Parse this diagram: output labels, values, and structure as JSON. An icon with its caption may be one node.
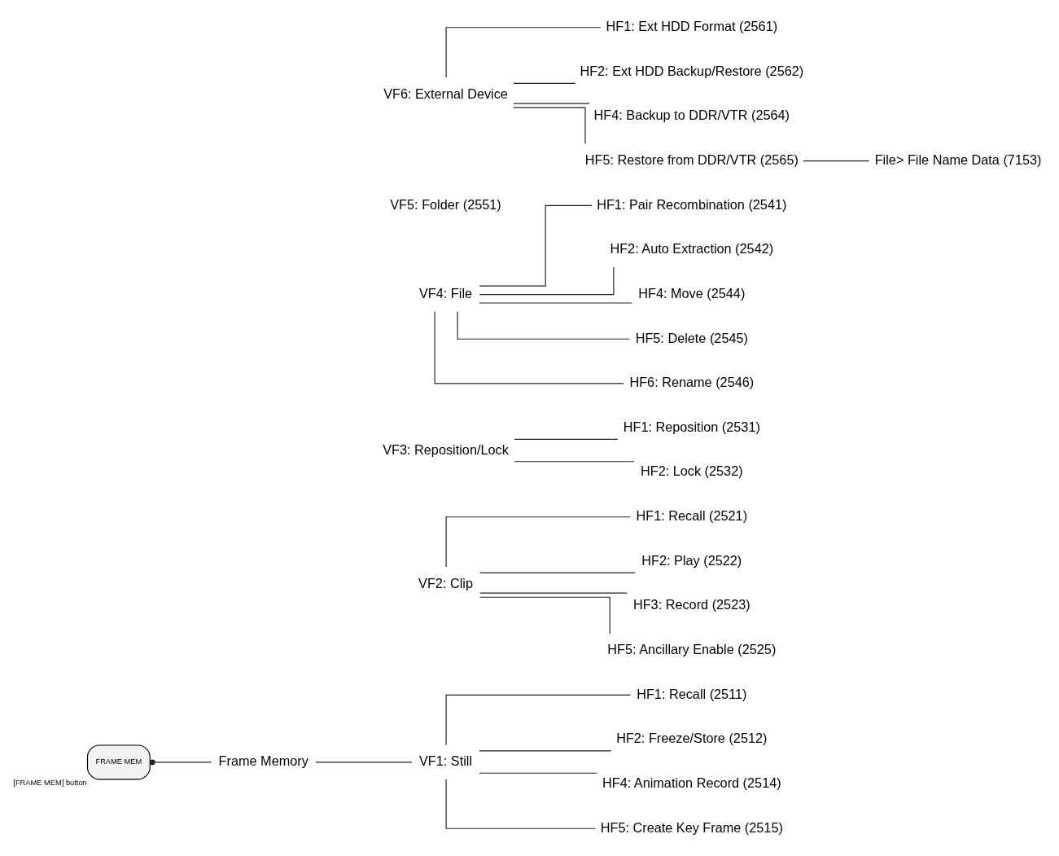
{
  "diagram": {
    "nodes": [
      {
        "text": [
          "FRAME MEM"
        ],
        "beside": [
          "[FRAME MEM] button"
        ]
      },
      {
        "text": [
          "Frame Memory"
        ]
      },
      {
        "text": [
          "VF1: Still"
        ]
      },
      {
        "text": [
          "VF2: Clip"
        ]
      },
      {
        "text": [
          "VF3: Reposition/Lock"
        ]
      },
      {
        "text": [
          "VF4: File"
        ]
      },
      {
        "text": [
          "VF5: Folder (2551)"
        ]
      },
      {
        "text": [
          "VF6: External Device"
        ]
      },
      {
        "text": [
          "HF1: Recall (2511)"
        ]
      },
      {
        "text": [
          "HF2: Freeze/Store (2512)"
        ]
      },
      {
        "text": [
          "HF4: Animation Record (2514)"
        ]
      },
      {
        "text": [
          "HF5: Create Key Frame (2515)"
        ]
      },
      {
        "text": [
          "HF1: Recall (2521)"
        ]
      },
      {
        "text": [
          "HF2: Play (2522)"
        ]
      },
      {
        "text": [
          "HF3: Record (2523)"
        ]
      },
      {
        "text": [
          "HF5: Ancillary Enable (2525)"
        ]
      },
      {
        "text": [
          "HF1: Reposition (2531)"
        ]
      },
      {
        "text": [
          "HF2: Lock (2532)"
        ]
      },
      {
        "text": [
          "HF1: Pair Recombination (2541)"
        ]
      },
      {
        "text": [
          "HF2: Auto Extraction (2542)"
        ]
      },
      {
        "text": [
          "HF4: Move (2544)"
        ]
      },
      {
        "text": [
          "HF5: Delete (2545)"
        ]
      },
      {
        "text": [
          "HF6: Rename (2546)"
        ]
      },
      {
        "text": [
          "HF1: Ext HDD Format (2561)"
        ]
      },
      {
        "text": [
          "HF2: Ext HDD Backup/Restore (2562)"
        ]
      },
      {
        "text": [
          "HF4: Backup to DDR/VTR (2564)"
        ]
      },
      {
        "text": [
          "HF5: Restore from DDR/VTR (2565)"
        ]
      },
      {
        "text": [
          "File> File Name Data (7153)"
        ]
      }
    ],
    "edges": [
      {
        "from": 0,
        "to": 1,
        "arrow": "other"
      },
      {
        "from": 1,
        "to": 2,
        "arrow": "none"
      },
      {
        "from": 2,
        "to": 8,
        "arrow": "none"
      },
      {
        "from": 2,
        "to": 9,
        "arrow": "none"
      },
      {
        "from": 2,
        "to": 10,
        "arrow": "none"
      },
      {
        "from": 2,
        "to": 11,
        "arrow": "none"
      },
      {
        "from": 3,
        "to": 12,
        "arrow": "none"
      },
      {
        "from": 3,
        "to": 13,
        "arrow": "none"
      },
      {
        "from": 3,
        "to": 14,
        "arrow": "none"
      },
      {
        "from": 3,
        "to": 15,
        "arrow": "none"
      },
      {
        "from": 4,
        "to": 16,
        "arrow": "none"
      },
      {
        "from": 4,
        "to": 17,
        "arrow": "none"
      },
      {
        "from": 5,
        "to": 18,
        "arrow": "none"
      },
      {
        "from": 5,
        "to": 19,
        "arrow": "none"
      },
      {
        "from": 5,
        "to": 20,
        "arrow": "none"
      },
      {
        "from": 5,
        "to": 21,
        "arrow": "none"
      },
      {
        "from": 5,
        "to": 22,
        "arrow": "none"
      },
      {
        "from": 7,
        "to": 23,
        "arrow": "none"
      },
      {
        "from": 7,
        "to": 24,
        "arrow": "none"
      },
      {
        "from": 7,
        "to": 25,
        "arrow": "none"
      },
      {
        "from": 7,
        "to": 26,
        "arrow": "none"
      },
      {
        "from": 26,
        "to": 27,
        "arrow": "none"
      }
    ]
  }
}
